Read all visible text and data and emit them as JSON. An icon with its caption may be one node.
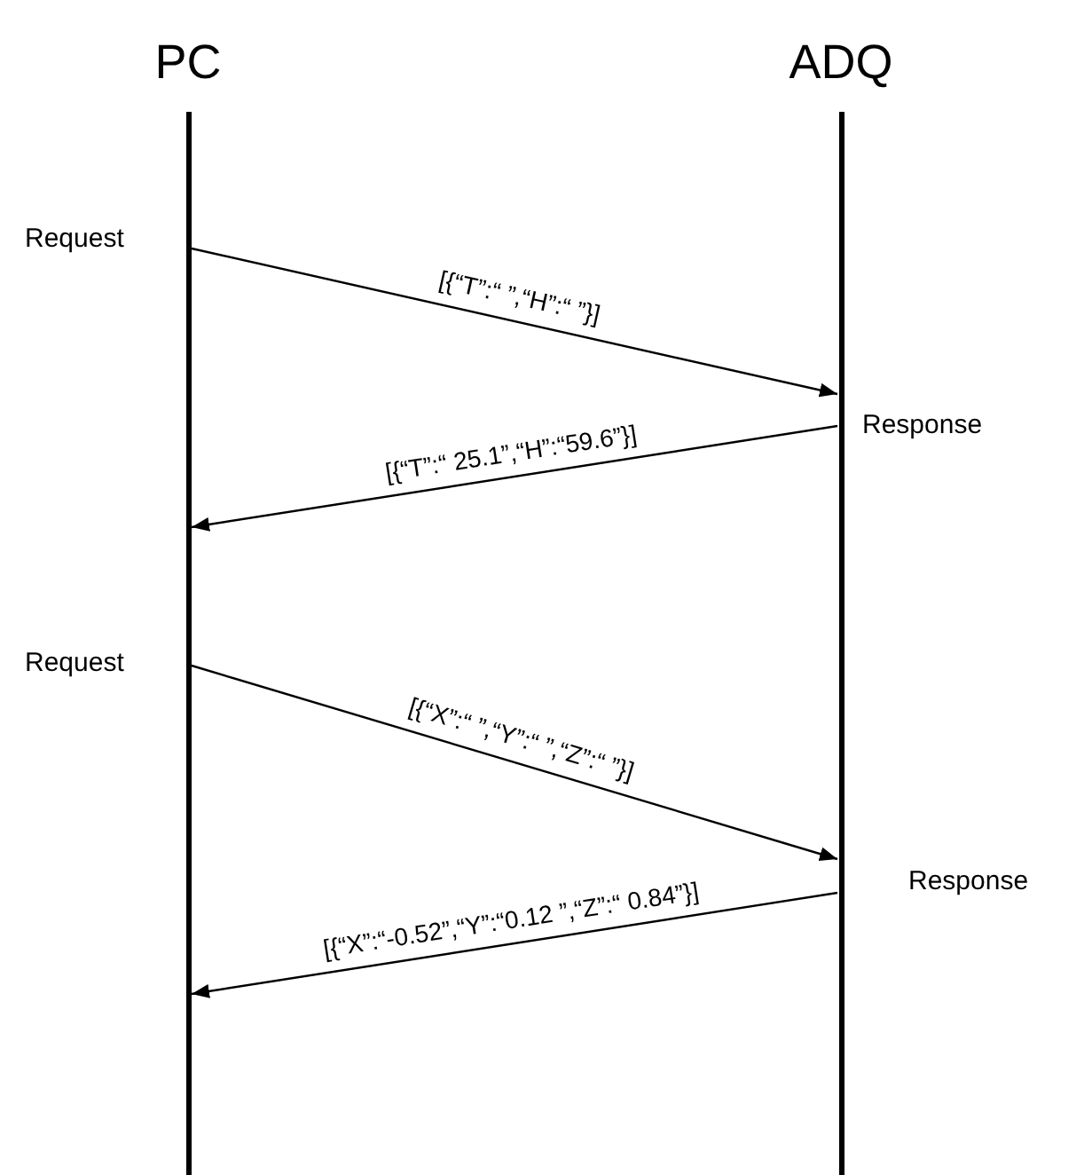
{
  "diagram": {
    "nodes": [
      {
        "text": [
          "PC"
        ]
      },
      {
        "text": [
          "ADQ"
        ]
      }
    ],
    "edges": [
      {
        "from": 0,
        "to": 1,
        "arrow": "to",
        "label": "[{“T”:“ ”,“H”:“ ”}]"
      },
      {
        "from": 1,
        "to": 0,
        "arrow": "to",
        "label": "[{“T”:“ 25.1”,“H”:“59.6”}]"
      },
      {
        "from": 0,
        "to": 1,
        "arrow": "to",
        "label": "[{“X”:“ ”,“Y”:“ ”,“Z”:“ ”}]"
      },
      {
        "from": 1,
        "to": 0,
        "arrow": "to",
        "label": "[{“X”:“-0.52”,“Y”:“0.12 ”,“Z”:“ 0.84”}]"
      }
    ],
    "labels": [
      "Request",
      "Response",
      "Request",
      "Response"
    ]
  }
}
